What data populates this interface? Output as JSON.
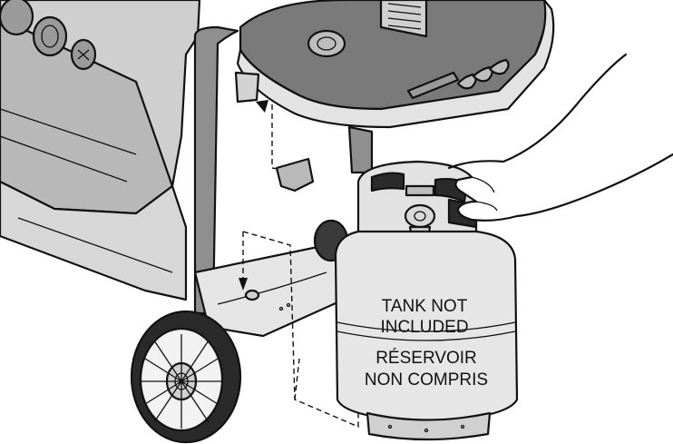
{
  "diagram": {
    "tank_label": {
      "line1": "TANK NOT",
      "line2": "INCLUDED",
      "line3": "RÉSERVOIR",
      "line4": "NON COMPRIS"
    },
    "colors": {
      "outline": "#111111",
      "metal_light": "#d9d9d9",
      "metal_mid": "#a9a9a9",
      "metal_dark": "#6f6f6f",
      "tank_body": "#e6e6e6",
      "background": "#ffffff"
    }
  }
}
